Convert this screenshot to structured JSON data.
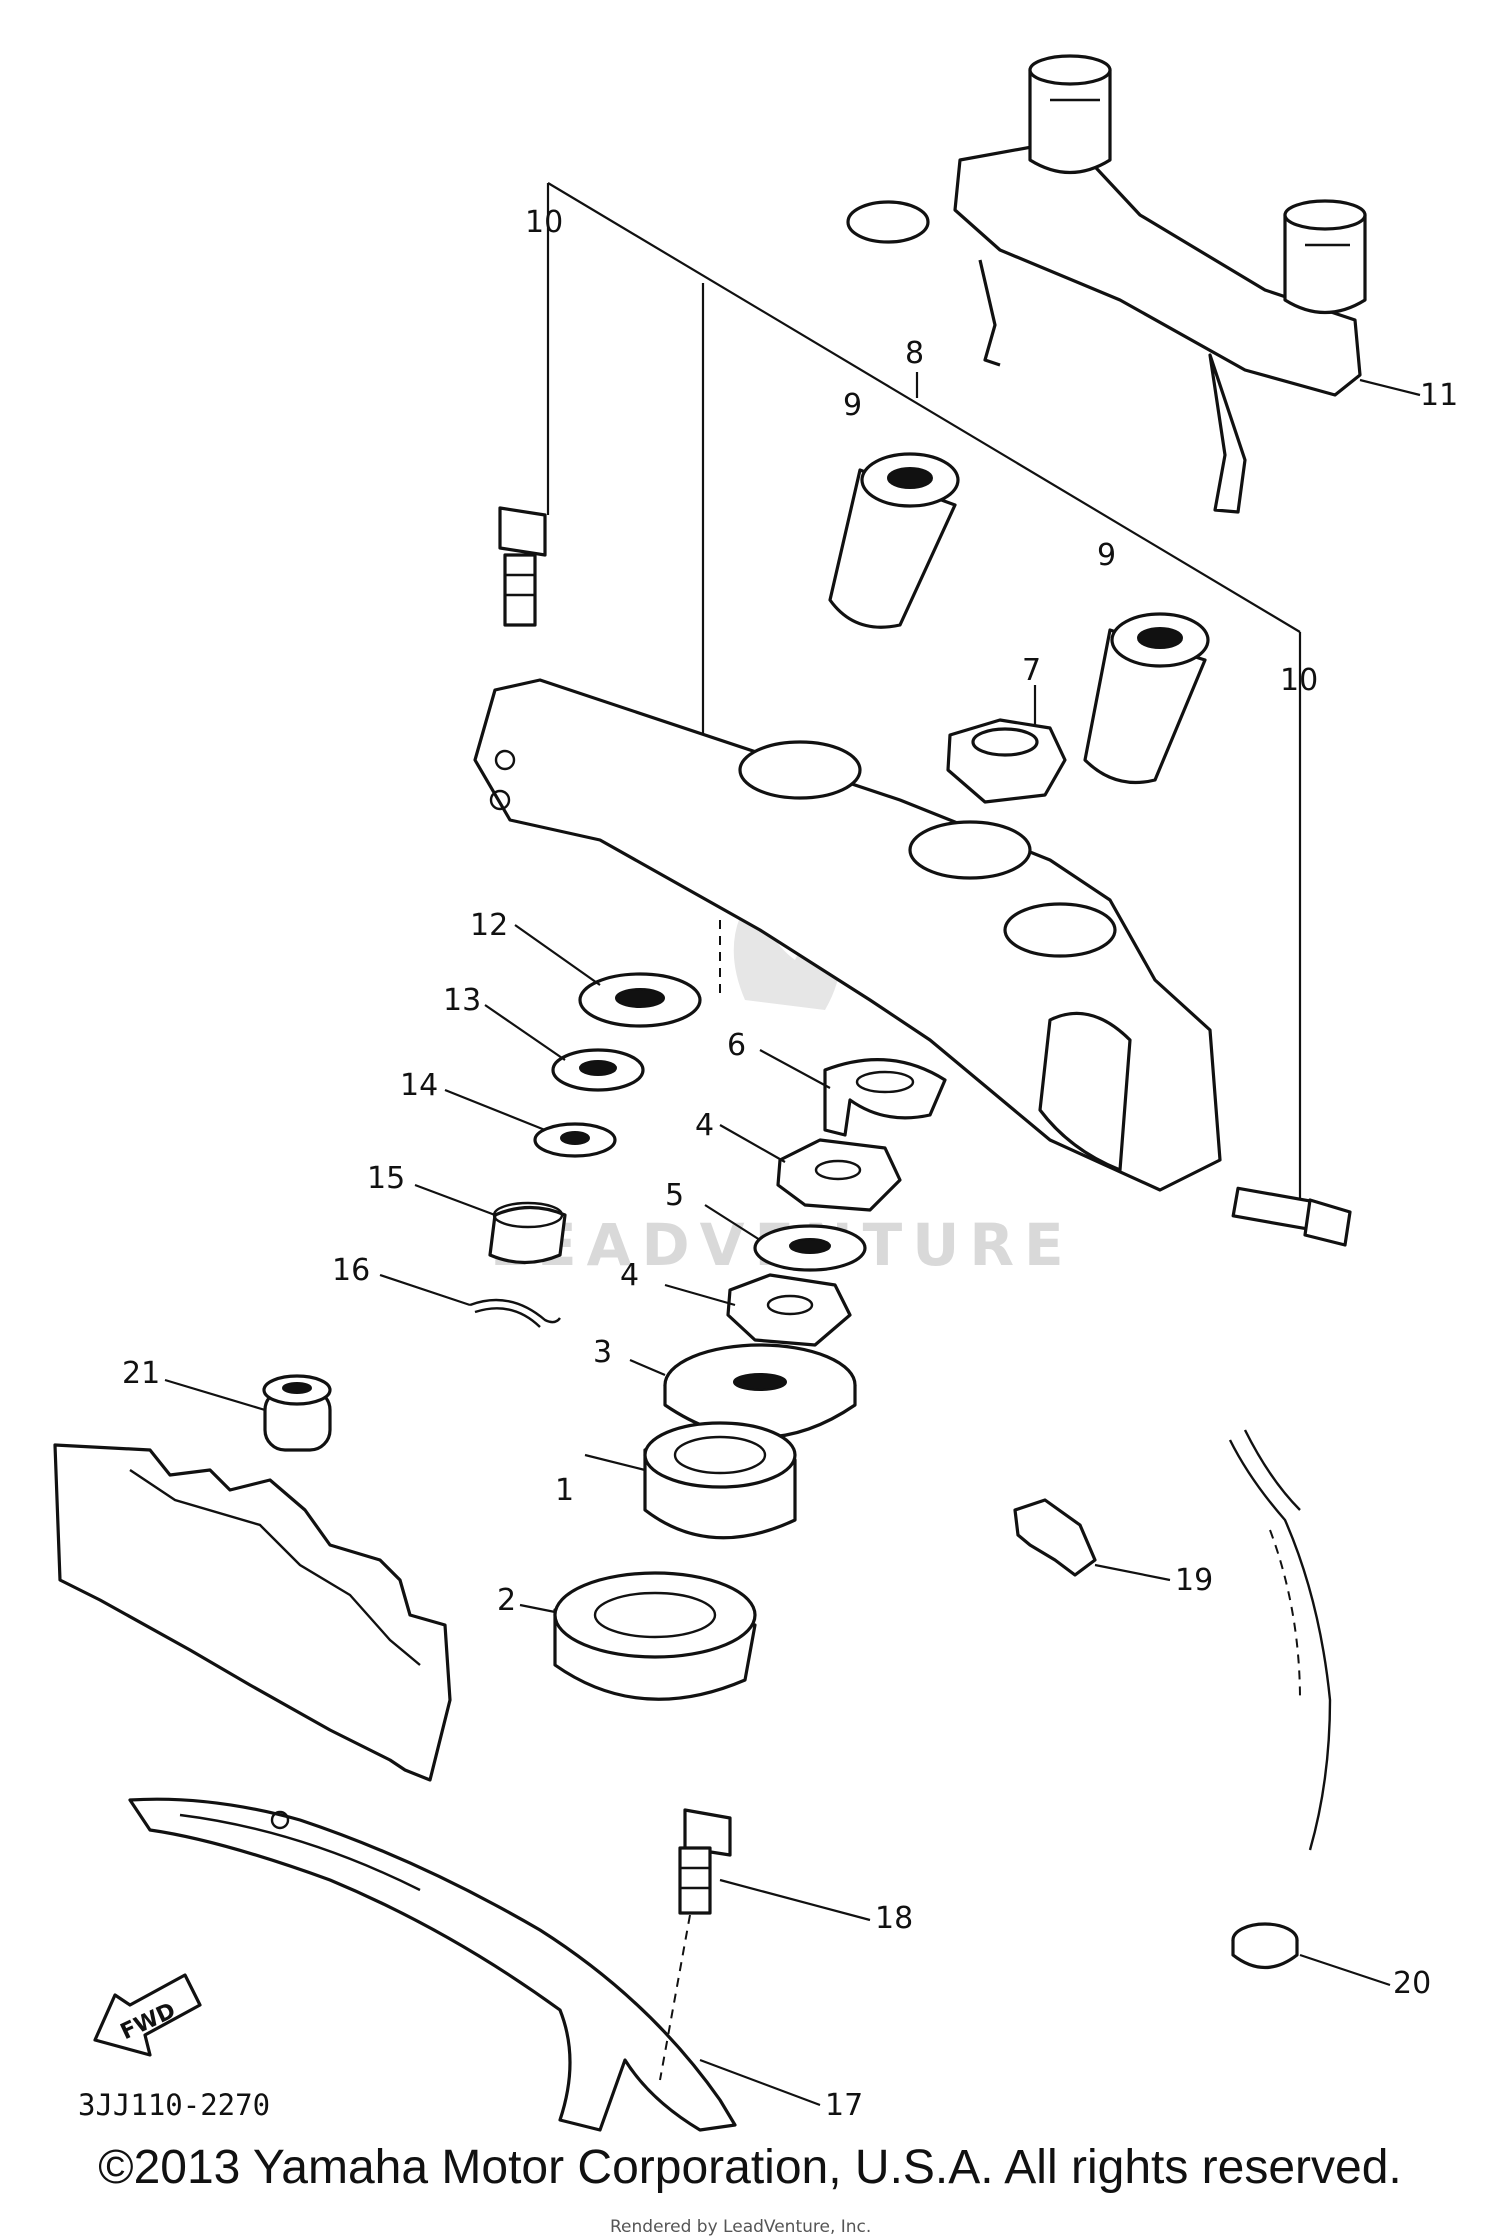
{
  "diagram_title": "",
  "reference_code": "3JJ110-2270",
  "direction_arrow_label": "FWD",
  "watermark_text": "LEADVENTURE",
  "rendered_by_text": "Rendered by LeadVenture, Inc.",
  "copyright": "©2013 Yamaha Motor Corporation, U.S.A. All rights reserved.",
  "callouts": [
    {
      "id": "1",
      "label": "1"
    },
    {
      "id": "2",
      "label": "2"
    },
    {
      "id": "3",
      "label": "3"
    },
    {
      "id": "4a",
      "label": "4"
    },
    {
      "id": "4b",
      "label": "4"
    },
    {
      "id": "5",
      "label": "5"
    },
    {
      "id": "6",
      "label": "6"
    },
    {
      "id": "7",
      "label": "7"
    },
    {
      "id": "8",
      "label": "8"
    },
    {
      "id": "9a",
      "label": "9"
    },
    {
      "id": "9b",
      "label": "9"
    },
    {
      "id": "10a",
      "label": "10"
    },
    {
      "id": "10b",
      "label": "10"
    },
    {
      "id": "11",
      "label": "11"
    },
    {
      "id": "12",
      "label": "12"
    },
    {
      "id": "13",
      "label": "13"
    },
    {
      "id": "14",
      "label": "14"
    },
    {
      "id": "15",
      "label": "15"
    },
    {
      "id": "16",
      "label": "16"
    },
    {
      "id": "17",
      "label": "17"
    },
    {
      "id": "18",
      "label": "18"
    },
    {
      "id": "19",
      "label": "19"
    },
    {
      "id": "20",
      "label": "20"
    },
    {
      "id": "21",
      "label": "21"
    }
  ]
}
